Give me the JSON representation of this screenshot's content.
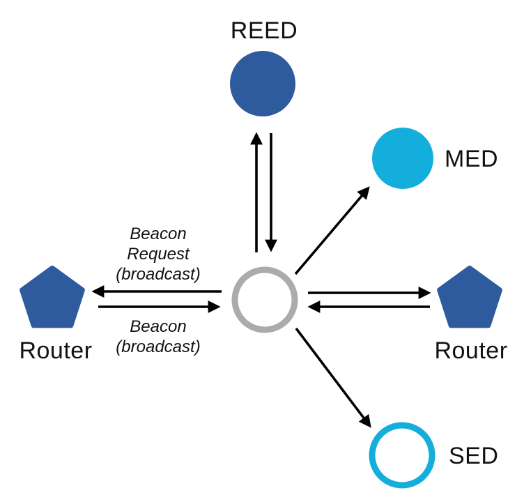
{
  "colors": {
    "node_blue": "#2E5A9E",
    "node_cyan": "#14AEDC",
    "joiner_ring_gray": "#ABABAB",
    "arrow_black": "#000000",
    "label_text": "#111111",
    "background": "#FFFFFF"
  },
  "nodes": {
    "reed": {
      "label": "REED"
    },
    "med": {
      "label": "MED"
    },
    "sed": {
      "label": "SED"
    },
    "router_left": {
      "label": "Router"
    },
    "router_right": {
      "label": "Router"
    }
  },
  "edge_labels": {
    "beacon_request": {
      "lines": [
        "Beacon",
        "Request",
        "(broadcast)"
      ]
    },
    "beacon": {
      "lines": [
        "Beacon",
        "(broadcast)"
      ]
    }
  }
}
